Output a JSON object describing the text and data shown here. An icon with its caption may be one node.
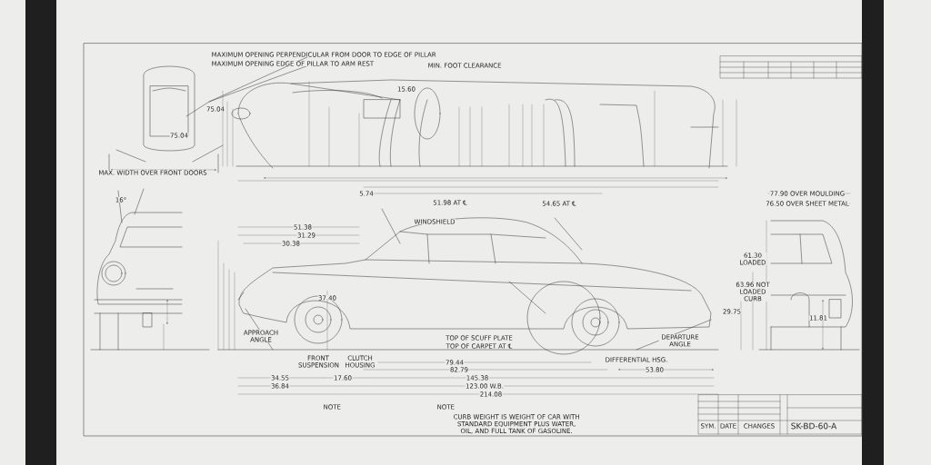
{
  "diagram": {
    "labels": [
      "MAXIMUM OPENING PERPENDICULAR FROM DOOR TO EDGE OF PILLAR",
      "MAXIMUM OPENING EDGE OF PILLAR TO ARM REST",
      "MIN. FOOT CLEARANCE",
      "15.60",
      "75.04",
      "75.04",
      "MAX. WIDTH OVER FRONT DOORS",
      "5.74",
      "51.98 AT ℄",
      "77.90 OVER MOULDING",
      "76.50 OVER SHEET METAL",
      "16°",
      "54.65 AT ℄",
      "WINDSHIELD",
      "51.38",
      "31.29",
      "30.38",
      "61.30 LOADED",
      "37.40",
      "63.96 NOT LOADED CURB",
      "29.75",
      "11.81",
      "APPROACH ANGLE",
      "TOP OF SCUFF PLATE",
      "TOP OF CARPET AT ℄",
      "DEPARTURE ANGLE",
      "FRONT SUSPENSION",
      "CLUTCH HOUSING",
      "DIFFERENTIAL HSG.",
      "79.44",
      "82.79",
      "53.80",
      "34.55",
      "17.60",
      "145.38",
      "36.84",
      "123.00 W.B.",
      "214.08",
      "NOTE",
      "NOTE",
      "CURB WEIGHT IS WEIGHT OF CAR WITH STANDARD EQUIPMENT PLUS WATER, OIL, AND FULL TANK OF GASOLINE.",
      "SYM.",
      "DATE",
      "CHANGES",
      "SK-BD-60-A"
    ]
  }
}
